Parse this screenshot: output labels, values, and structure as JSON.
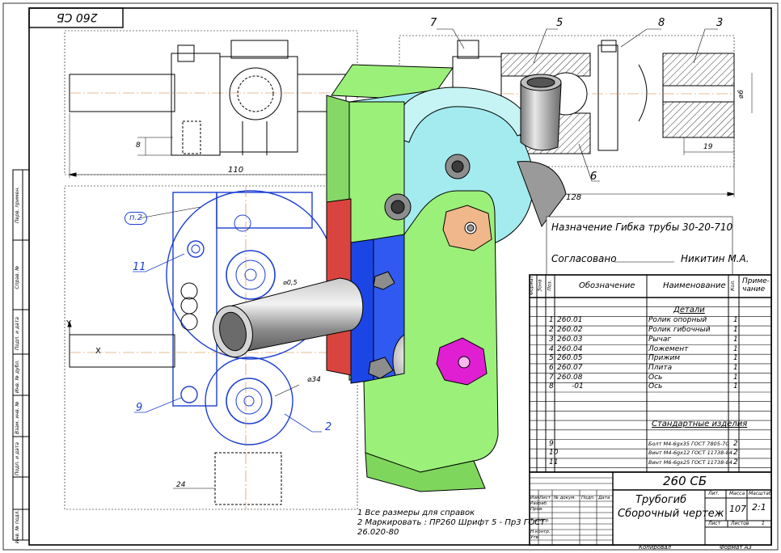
{
  "corner_code": "260 СБ",
  "callouts": {
    "c7": "7",
    "c5": "5",
    "c8": "8",
    "c3": "3",
    "c6": "6",
    "c11": "11",
    "c9": "9",
    "c2": "2",
    "pos_n2": "п.2"
  },
  "dims": {
    "d110": "110",
    "d128": "128",
    "d8": "8",
    "d19": "19",
    "d6": "⌀6",
    "d34": "⌀34",
    "d24": "24",
    "d_small": "⌀0,5"
  },
  "axis": {
    "x": "X",
    "y": "Y"
  },
  "stamp_text": {
    "purpose_label": "Назначение",
    "purpose_value": "Гибка трубы 30-20-710",
    "agreed_label": "Согласовано",
    "agreed_value": "Никитин М.А."
  },
  "spec": {
    "headers": {
      "format": "Формат",
      "zone": "Зона",
      "pos": "Поз.",
      "designation": "Обозначение",
      "name": "Наименование",
      "qty": "Кол.",
      "note": "Приме-чание"
    },
    "section_details": "Детали",
    "section_standard": "Стандартные изделия",
    "rows": [
      {
        "pos": "1",
        "designation": "260.01",
        "name": "Ролик опорный",
        "qty": "1"
      },
      {
        "pos": "2",
        "designation": "260.02",
        "name": "Ролик гибочный",
        "qty": "1"
      },
      {
        "pos": "3",
        "designation": "260.03",
        "name": "Рычаг",
        "qty": "1"
      },
      {
        "pos": "4",
        "designation": "260.04",
        "name": "Ложемент",
        "qty": "1"
      },
      {
        "pos": "5",
        "designation": "260.05",
        "name": "Прижим",
        "qty": "1"
      },
      {
        "pos": "6",
        "designation": "260.07",
        "name": "Плита",
        "qty": "1"
      },
      {
        "pos": "7",
        "designation": "260.08",
        "name": "Ось",
        "qty": "1"
      },
      {
        "pos": "8",
        "designation": "-01",
        "name": "Ось",
        "qty": "1"
      }
    ],
    "std_rows": [
      {
        "pos": "9",
        "name": "Болт М4-6gx35 ГОСТ 7805-70",
        "qty": "2"
      },
      {
        "pos": "10",
        "name": "Винт М4-6gx12 ГОСТ 11738-84",
        "qty": "2"
      },
      {
        "pos": "11",
        "name": "Винт М6-6gx25 ГОСТ 11738-84",
        "qty": "2"
      }
    ]
  },
  "title_block": {
    "code": "260 СБ",
    "name_line1": "Трубогиб",
    "name_line2": "Сборочный чертеж",
    "mass_cell": "107",
    "scale_cell": "2:1",
    "sheet_label": "Лист",
    "sheets_label": "Листов",
    "sheets_value": "1",
    "col_labels": [
      "Изм.",
      "Лист",
      "№ докум.",
      "Подп.",
      "Дата"
    ],
    "row_labels": [
      "Разраб.",
      "Пров.",
      "Т.контр.",
      "Н.контр.",
      "Утв."
    ],
    "lit_label": "Лит.",
    "mass_label": "Масса",
    "scale_label": "Масштаб"
  },
  "notes": {
    "n1": "1 Все размеры для справок",
    "n2": "2 Маркировать : ПР260 Шрифт 5 - Пр3 ГОСТ",
    "n3": "26.020-80"
  },
  "footer": {
    "copied": "Копировал",
    "format": "Формат А3"
  },
  "side_labels": [
    "Перв. примен.",
    "Справ. №",
    "Подп. и дата",
    "Инв. № дубл.",
    "Взам. инв. №",
    "Подп. и дата",
    "Инв. № подл."
  ],
  "colors": {
    "green": "#9bf07a",
    "cyan": "#a3ebee",
    "blue": "#1c45e6",
    "red": "#d9453e",
    "magenta": "#e01fd2",
    "orange": "#f0b78b",
    "gray": "#8d8d8d",
    "drawing_blue": "#1b3fd1"
  }
}
